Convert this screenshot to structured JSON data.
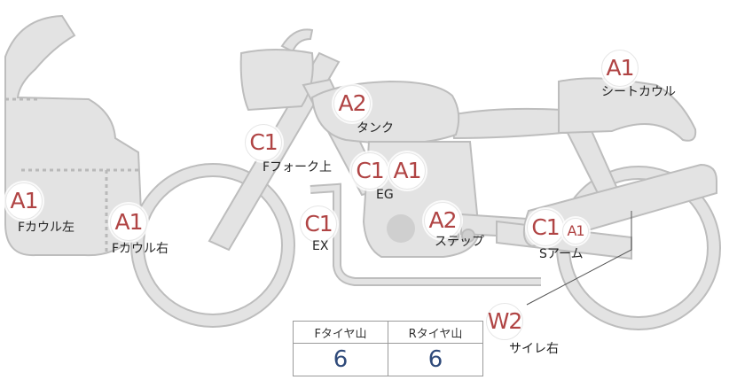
{
  "colors": {
    "body_fill": "#e3e3e3",
    "body_stroke": "#bdbdbd",
    "marker_text": "#b04444",
    "tire_value": "#2f4a7a"
  },
  "marks": {
    "a1_fcowl_left": "A1",
    "a1_fcowl_right": "A1",
    "c1_ffork": "C1",
    "a2_tank": "A2",
    "c1_eg": "C1",
    "a1_eg": "A1",
    "c1_ex": "C1",
    "a2_step": "A2",
    "c1_sarm": "C1",
    "a1_sarm": "A1",
    "a1_seatcowl": "A1",
    "w2_silencer": "W2"
  },
  "labels": {
    "fcowl_left": "Fカウル左",
    "fcowl_right": "Fカウル右",
    "ffork": "Fフォーク上",
    "tank": "タンク",
    "eg": "EG",
    "ex": "EX",
    "step": "ステップ",
    "sarm": "Sアーム",
    "seatcowl": "シートカウル",
    "silencer": "サイレ右"
  },
  "tire_table": {
    "front_header": "Fタイヤ山",
    "rear_header": "Rタイヤ山",
    "front_value": "6",
    "rear_value": "6"
  }
}
